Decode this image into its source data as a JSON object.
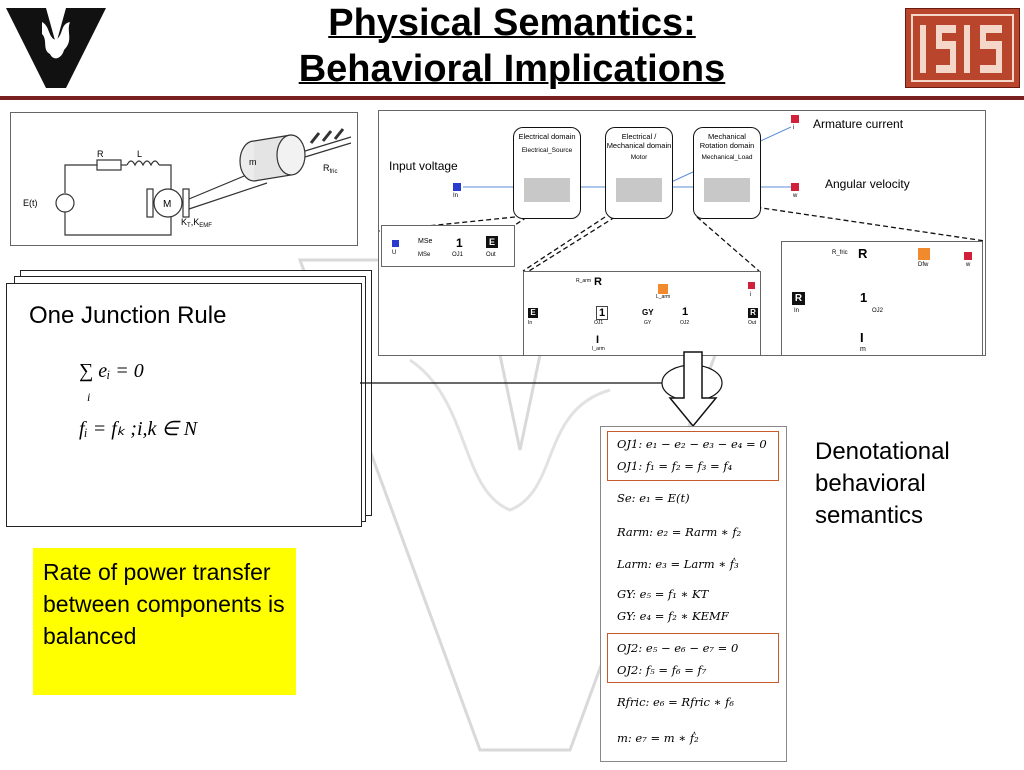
{
  "title": {
    "line1": "Physical Semantics:",
    "line2": "Behavioral Implications"
  },
  "logo_right_text": "ISIS",
  "circuit": {
    "R": "R",
    "L": "L",
    "source": "E(t)",
    "motor": "M",
    "kt": "K",
    "kt_sub": "T",
    "kemf_sub": "EMF",
    "mass": "m",
    "rfric": "R",
    "rfric_sub": "fric"
  },
  "top_diagram": {
    "input_voltage": "Input voltage",
    "armature_current": "Armature current",
    "angular_velocity": "Angular velocity",
    "domains": [
      {
        "title": "Electrical domain",
        "block": "Electrical_Source"
      },
      {
        "title": "Electrical / Mechanical domain",
        "block": "Motor"
      },
      {
        "title": "Mechanical Rotation domain",
        "block": "Mechanical_Load"
      }
    ],
    "port_u": "U",
    "port_out": "Out",
    "port_i": "i",
    "port_w": "w",
    "port_in": "In"
  },
  "sub1": {
    "in": "U",
    "mse": "MSe",
    "oj1": "OJ1",
    "one": "1",
    "e": "E",
    "out": "Out"
  },
  "sub2": {
    "rarm": "R_arm",
    "larm": "L_arm",
    "iarm": "I_arm",
    "gy": "GY",
    "oj1": "OJ1",
    "oj2": "OJ2",
    "one": "1",
    "in": "In",
    "out": "Out",
    "r": "R",
    "e": "E",
    "i": "I",
    "l": "L_arm",
    "ilabel": "i"
  },
  "sub3": {
    "rfric": "R_fric",
    "r": "R",
    "one": "1",
    "dfw": "Dfw",
    "w": "w",
    "in": "In",
    "oj2": "OJ2",
    "i": "I",
    "m": "m"
  },
  "junction_card": {
    "heading": "One Junction Rule",
    "eq1": "∑ eᵢ = 0",
    "eq1_sub": "i",
    "eq2": "fᵢ = fₖ ;i,k ∈ N"
  },
  "yellow_note": "Rate of power transfer between components is balanced",
  "denotational": "Denotational behavioral semantics",
  "equations": [
    "OJ1: e₁ − e₂ − e₃ − e₄ = 0",
    "OJ1: f₁ = f₂ = f₃ = f₄",
    "Se: e₁ = E(t)",
    "Rarm: e₂ = Rarm ∗ f₂",
    "Larm: e₃ = Larm ∗ ḟ₃",
    "GY: e₅ = f₁ ∗ KT",
    "GY: e₄ = f₂ ∗ KEMF",
    "OJ2: e₅ − e₆ − e₇ = 0",
    "OJ2: f₅ = f₆ = f₇",
    "Rfric: e₆ = Rfric ∗ f₆",
    "m: e₇ = m ∗ ḟ₂"
  ]
}
